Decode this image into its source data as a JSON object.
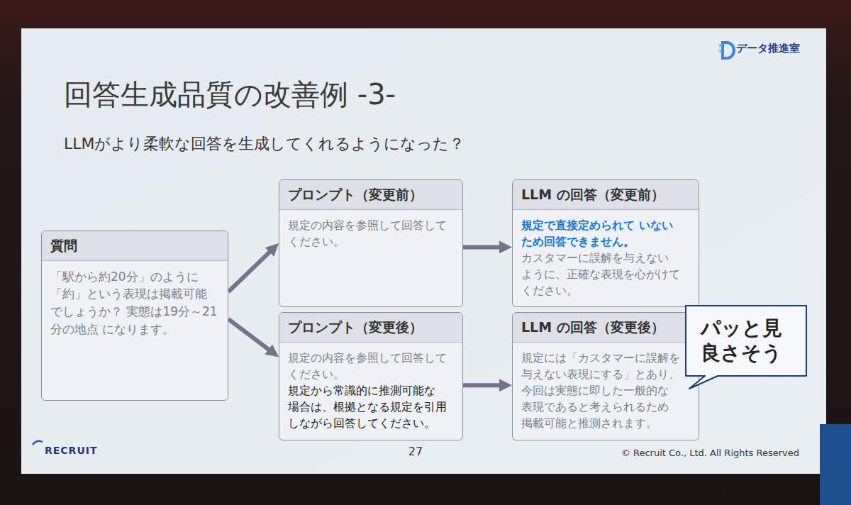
{
  "diagram": {
    "title": "回答生成品質の改善例 -3-",
    "nodes": [
      {
        "text": [
          "質問",
          "「駅から約20分」のように 「約」という表現は掲載可能 でしょうか？ 実態は19分～21分の地点 になります。"
        ]
      },
      {
        "text": [
          "プロンプト（変更前）",
          "規定の内容を参照して回答して ください。"
        ]
      },
      {
        "text": [
          "LLM の回答（変更前）",
          "規定で直接定められて いないため回答できません。",
          "カスタマーに誤解を与えない ように、正確な表現を心がけて ください。"
        ]
      },
      {
        "text": [
          "プロンプト（変更後）",
          "規定の内容を参照して回答して ください。",
          "規定から常識的に推測可能な 場合は、根拠となる規定を引用 しながら回答してください。"
        ]
      },
      {
        "text": [
          "LLM の回答（変更後）",
          "規定には「カスタマーに誤解を 与えない表現にする」とあり、 今回は実態に即した一般的な 表現であると考えられるため 掲載可能と推測されます。"
        ]
      },
      {
        "text": [
          "パッと見 良さそう"
        ]
      }
    ],
    "edges": [
      {
        "from": 0,
        "to": 1,
        "arrow": "to"
      },
      {
        "from": 0,
        "to": 3,
        "arrow": "to"
      },
      {
        "from": 1,
        "to": 2,
        "arrow": "to"
      },
      {
        "from": 3,
        "to": 4,
        "arrow": "to"
      }
    ],
    "labels": [
      "データ推進室",
      "LLMがより柔軟な回答を生成してくれるようになった？",
      "RECRUIT",
      "27",
      "© Recruit Co., Ltd. All Rights Reserved"
    ]
  }
}
